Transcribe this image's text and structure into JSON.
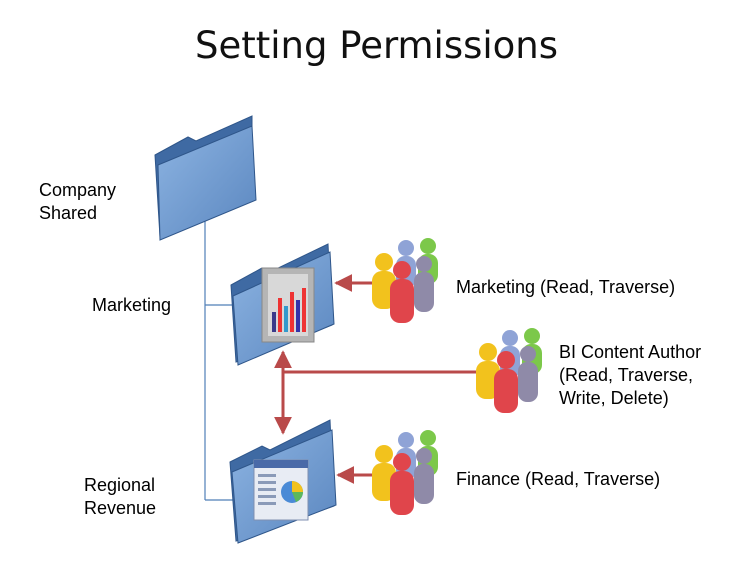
{
  "title": "Setting Permissions",
  "folders": {
    "company": {
      "label_line1": "Company",
      "label_line2": "Shared"
    },
    "marketing": {
      "label": "Marketing",
      "icon": "bar-chart-icon"
    },
    "regional": {
      "label_line1": "Regional",
      "label_line2": "Revenue",
      "icon": "report-pie-icon"
    }
  },
  "groups": {
    "marketing": {
      "label": "Marketing (Read, Traverse)"
    },
    "bi_author": {
      "label_line1": "BI Content Author",
      "label_line2": "(Read, Traverse,",
      "label_line3": "Write, Delete)"
    },
    "finance": {
      "label": "Finance (Read, Traverse)"
    }
  },
  "colors": {
    "folder_front": "#6d98cc",
    "folder_back": "#3f6aa3",
    "folder_edge": "#2f568a",
    "connector_line": "#4f7fb8",
    "arrow": "#b94a4a",
    "person_yellow": "#f2c21d",
    "person_red": "#e0454b",
    "person_blue": "#8fa3d6",
    "person_green": "#7cc84a",
    "person_purple": "#8f8aa8"
  }
}
